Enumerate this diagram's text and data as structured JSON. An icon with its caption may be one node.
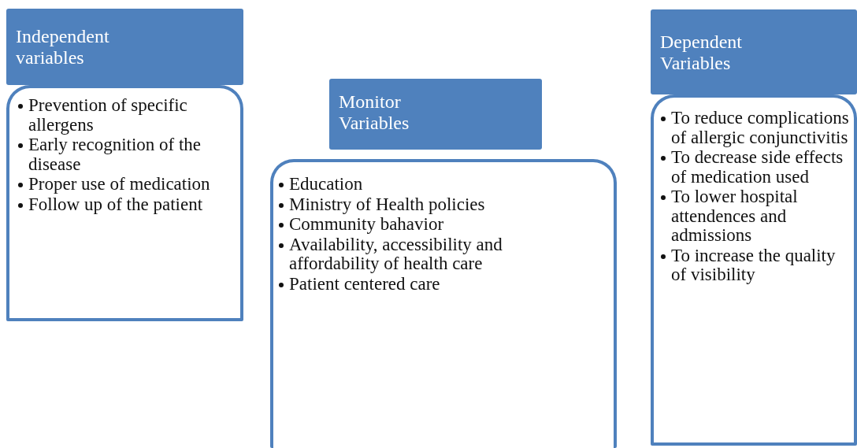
{
  "diagram": {
    "nodes": [
      {
        "text": [
          "Independent variables"
        ]
      },
      {
        "text": [
          "Prevention of specific allergens",
          "Early recognition of the disease",
          "Proper use of medication",
          "Follow up of the patient"
        ]
      },
      {
        "text": [
          "Monitor Variables"
        ]
      },
      {
        "text": [
          "Education",
          "Ministry of Health policies",
          "Community bahavior",
          "Availability, accessibility and affordability of health care",
          "Patient centered care"
        ]
      },
      {
        "text": [
          "Dependent Variables"
        ]
      },
      {
        "text": [
          "To reduce complications of allergic conjunctivitis",
          "To decrease side effects of medication used",
          "To lower hospital attendences and admissions",
          "To increase the quality of visibility"
        ]
      }
    ]
  }
}
